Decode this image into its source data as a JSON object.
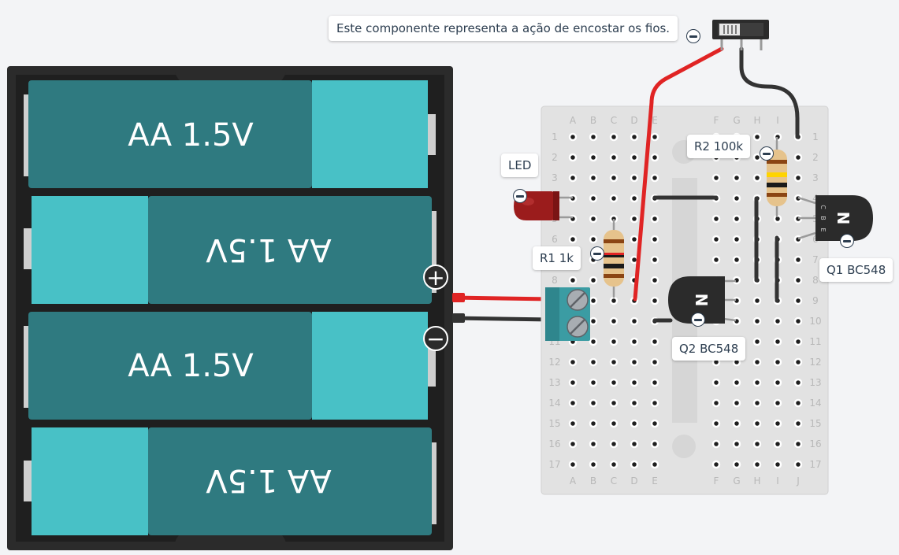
{
  "battery": {
    "cells": [
      {
        "label": "AA 1.5V",
        "orientation": "normal"
      },
      {
        "label": "AA 1.5V",
        "orientation": "flipped"
      },
      {
        "label": "AA 1.5V",
        "orientation": "normal"
      },
      {
        "label": "AA 1.5V",
        "orientation": "flipped"
      }
    ],
    "plus_symbol": "+",
    "minus_symbol": "−"
  },
  "breadboard": {
    "col_letters_left": [
      "A",
      "B",
      "C",
      "D",
      "E"
    ],
    "col_letters_right": [
      "F",
      "G",
      "H",
      "I",
      "J"
    ],
    "rows": [
      "1",
      "2",
      "3",
      "4",
      "5",
      "6",
      "7",
      "8",
      "9",
      "10",
      "11",
      "12",
      "13",
      "14",
      "15",
      "16",
      "17"
    ]
  },
  "components": {
    "led": {
      "label": "LED"
    },
    "r1": {
      "label": "R1 1k"
    },
    "r2": {
      "label": "R2 100k"
    },
    "q1": {
      "label": "Q1 BC548",
      "body_letter": "N",
      "pins": [
        "C",
        "B",
        "E"
      ]
    },
    "q2": {
      "label": "Q2 BC548",
      "body_letter": "N"
    },
    "switch": {
      "tooltip": "Este componente representa a ação de encostar os fios."
    }
  },
  "colors": {
    "battery_dark": "#2f7a80",
    "battery_light": "#48c1c6",
    "holder": "#2b2b2b",
    "wire_red": "#e02424",
    "wire_black": "#333333",
    "breadboard": "#e2e2e2",
    "terminal": "#3b9ca3"
  }
}
